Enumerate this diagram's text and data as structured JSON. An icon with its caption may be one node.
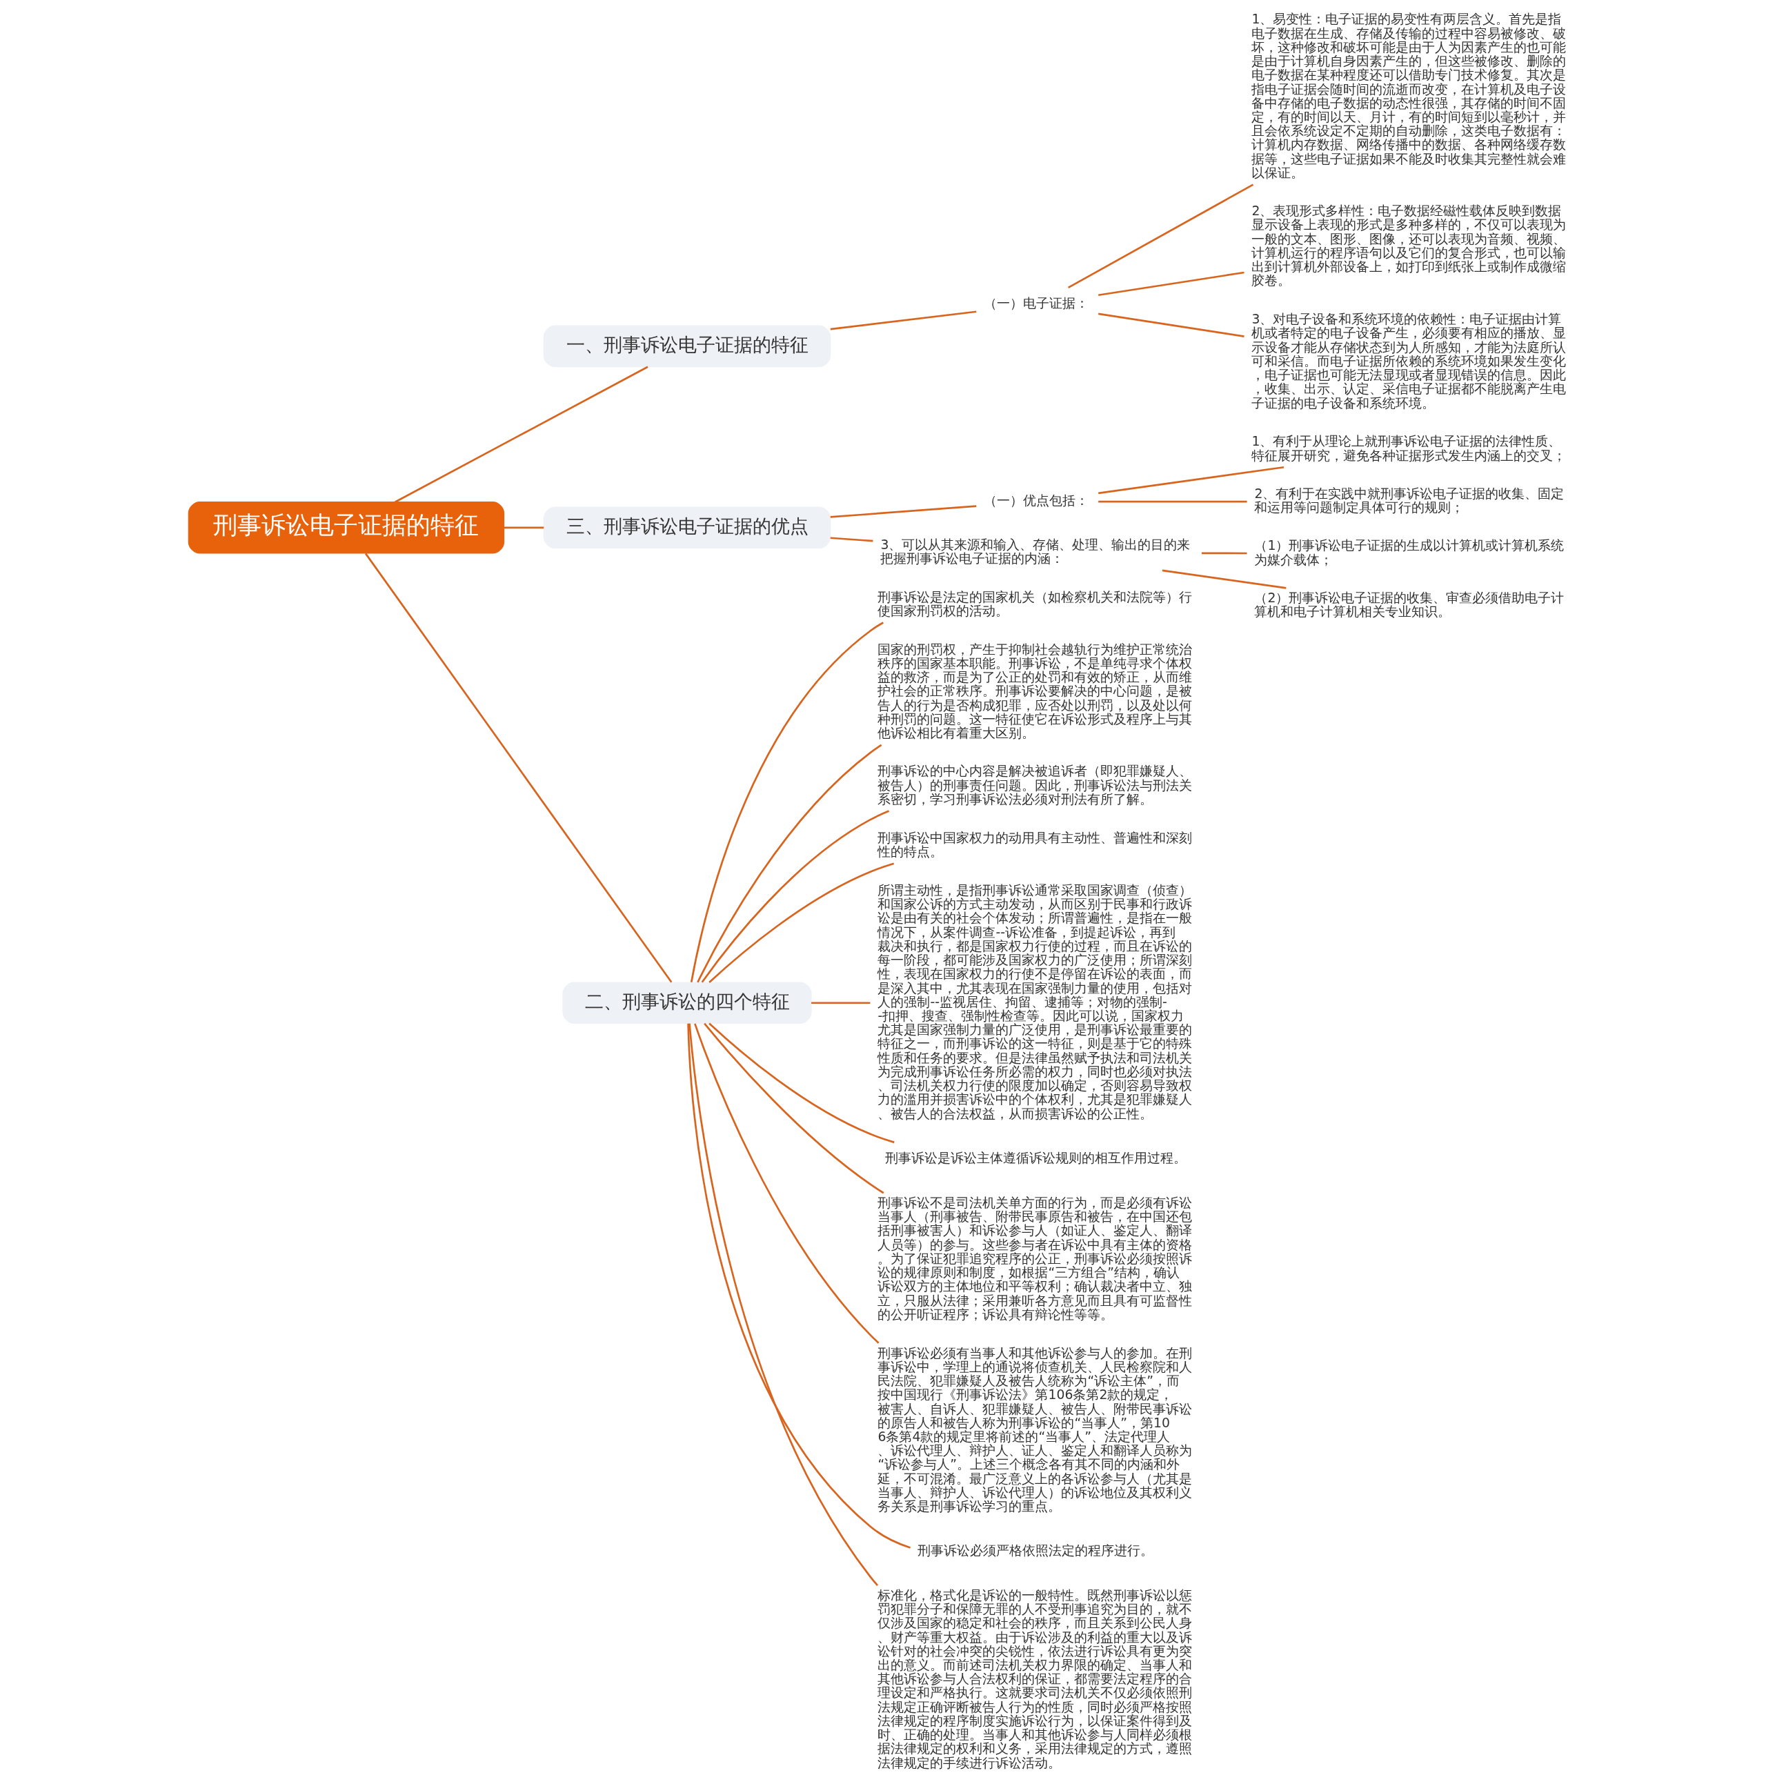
{
  "diagram": {
    "nodes": [
      {
        "text": [
          "刑事诉讼电子证据的特征"
        ]
      },
      {
        "text": [
          "一、刑事诉讼电子证据的特征"
        ]
      },
      {
        "text": [
          "（一）电子证据："
        ]
      },
      {
        "text": [
          "1、易变性：电子证据的易变性有两层含义。首先是指电子数据在生成、存储及传输的过程中容易被修改、破坏，这种修改和破坏可能是由于人为因素产生的也可能是由于计算机自身因素产生的，但这些被修改、删除的电子数据在某种程度还可以借助专门技术修复。其次是指电子证据会随时间的流逝而改变，在计算机及电子设备中存储的电子数据的动态性很强，其存储的时间不固定，有的时间以天、月计，有的时间短到以毫秒计，并且会依系统设定不定期的自动删除，这类电子数据有：计算机内存数据、网络传播中的数据、各种网络缓存数据等，这些电子证据如果不能及时收集其完整性就会难以保证。"
        ]
      },
      {
        "text": [
          "2、表现形式多样性：电子数据经磁性载体反映到数据显示设备上表现的形式是多种多样的，不仅可以表现为一般的文本、图形、图像，还可以表现为音频、视频、计算机运行的程序语句以及它们的复合形式，也可以输出到计算机外部设备上，如打印到纸张上或制作成微缩胶卷。"
        ]
      },
      {
        "text": [
          "3、对电子设备和系统环境的依赖性：电子证据由计算机或者特定的电子设备产生，必须要有相应的播放、显示设备才能从存储状态到为人所感知，才能为法庭所认可和采信。而电子证据所依赖的系统环境如果发生变化，电子证据也可能无法显现或者显现错误的信息。因此，收集、出示、认定、采信电子证据都不能脱离产生电子证据的电子设备和系统环境。"
        ]
      },
      {
        "text": [
          "三、刑事诉讼电子证据的优点"
        ]
      },
      {
        "text": [
          "（一）优点包括："
        ]
      },
      {
        "text": [
          "1、有利于从理论上就刑事诉讼电子证据的法律性质、特征展开研究，避免各种证据形式发生内涵上的交叉；"
        ]
      },
      {
        "text": [
          "2、有利于在实践中就刑事诉讼电子证据的收集、固定和运用等问题制定具体可行的规则；"
        ]
      },
      {
        "text": [
          "3、可以从其来源和输入、存储、处理、输出的目的来把握刑事诉讼电子证据的内涵："
        ]
      },
      {
        "text": [
          "（1）刑事诉讼电子证据的生成以计算机或计算机系统为媒介载体；"
        ]
      },
      {
        "text": [
          "（2）刑事诉讼电子证据的收集、审查必须借助电子计算机和电子计算机相关专业知识。"
        ]
      },
      {
        "text": [
          "二、刑事诉讼的四个特征"
        ]
      },
      {
        "text": [
          "刑事诉讼是法定的国家机关（如检察机关和法院等）行使国家刑罚权的活动。"
        ]
      },
      {
        "text": [
          "国家的刑罚权，产生于抑制社会越轨行为维护正常统治秩序的国家基本职能。刑事诉讼，不是单纯寻求个体权益的救济，而是为了公正的处罚和有效的矫正，从而维护社会的正常秩序。刑事诉讼要解决的中心问题，是被告人的行为是否构成犯罪，应否处以刑罚，以及处以何种刑罚的问题。这一特征使它在诉讼形式及程序上与其他诉讼相比有着重大区别。"
        ]
      },
      {
        "text": [
          "刑事诉讼的中心内容是解决被追诉者（即犯罪嫌疑人、被告人）的刑事责任问题。因此，刑事诉讼法与刑法关系密切，学习刑事诉讼法必须对刑法有所了解。"
        ]
      },
      {
        "text": [
          "刑事诉讼中国家权力的动用具有主动性、普遍性和深刻性的特点。"
        ]
      },
      {
        "text": [
          "所谓主动性，是指刑事诉讼通常采取国家调查（侦查）和国家公诉的方式主动发动，从而区别于民事和行政诉讼是由有关的社会个体发动；所谓普遍性，是指在一般情况下，从案件调查--诉讼准备，到提起诉讼，再到裁决和执行，都是国家权力行使的过程，而且在诉讼的每一阶段，都可能涉及国家权力的广泛使用；所谓深刻性，表现在国家权力的行使不是停留在诉讼的表面，而是深入其中，尤其表现在国家强制力量的使用，包括对人的强制--监视居住、拘留、逮捕等；对物的强制--扣押、搜查、强制性检查等。因此可以说，国家权力尤其是国家强制力量的广泛使用，是刑事诉讼最重要的特征之一，而刑事诉讼的这一特征，则是基于它的特殊性质和任务的要求。但是法律虽然赋予执法和司法机关为完成刑事诉讼任务所必需的权力，同时也必须对执法、司法机关权力行使的限度加以确定，否则容易导致权力的滥用并损害诉讼中的个体权利，尤其是犯罪嫌疑人、被告人的合法权益，从而损害诉讼的公正性。"
        ]
      },
      {
        "text": [
          "刑事诉讼是诉讼主体遵循诉讼规则的相互作用过程。"
        ]
      },
      {
        "text": [
          "刑事诉讼不是司法机关单方面的行为，而是必须有诉讼当事人（刑事被告、附带民事原告和被告，在中国还包括刑事被害人）和诉讼参与人（如证人、鉴定人、翻译人员等）的参与。这些参与者在诉讼中具有主体的资格。为了保证犯罪追究程序的公正，刑事诉讼必须按照诉讼的规律原则和制度，如根据“三方组合”结构，确认诉讼双方的主体地位和平等权利；确认裁决者中立、独立，只服从法律；采用兼听各方意见而且具有可监督性的公开听证程序；诉讼具有辩论性等等。"
        ]
      },
      {
        "text": [
          "刑事诉讼必须有当事人和其他诉讼参与人的参加。在刑事诉讼中，学理上的通说将侦查机关、人民检察院和人民法院、犯罪嫌疑人及被告人统称为“诉讼主体”，而按中国现行《刑事诉讼法》第106条第2款的规定，被害人、自诉人、犯罪嫌疑人、被告人、附带民事诉讼的原告人和被告人称为刑事诉讼的“当事人”，第106条第4款的规定里将前述的“当事人”、法定代理人、诉讼代理人、辩护人、证人、鉴定人和翻译人员称为“诉讼参与人”。上述三个概念各有其不同的内涵和外延，不可混淆。最广泛意义上的各诉讼参与人（尤其是当事人、辩护人、诉讼代理人）的诉讼地位及其权利义务关系是刑事诉讼学习的重点。"
        ]
      },
      {
        "text": [
          "刑事诉讼必须严格依照法定的程序进行。"
        ]
      },
      {
        "text": [
          "标准化，格式化是诉讼的一般特性。既然刑事诉讼以惩罚犯罪分子和保障无罪的人不受刑事追究为目的，就不仅涉及国家的稳定和社会的秩序，而且关系到公民人身、财产等重大权益。由于诉讼涉及的利益的重大以及诉讼针对的社会冲突的尖锐性，依法进行诉讼具有更为突出的意义。而前述司法机关权力界限的确定、当事人和其他诉讼参与人合法权利的保证，都需要法定程序的合理设定和严格执行。这就要求司法机关不仅必须依照刑法规定正确评断被告人行为的性质，同时必须严格按照法律规定的程序制度实施诉讼行为，以保证案件得到及时、正确的处理。当事人和其他诉讼参与人同样必须根据法律规定的权利和义务，采用法律规定的方式，遵照法律规定的手续进行诉讼活动。"
        ]
      }
    ],
    "edges": [
      {
        "from": 0,
        "to": 1,
        "arrow": "none"
      },
      {
        "from": 1,
        "to": 2,
        "arrow": "none"
      },
      {
        "from": 2,
        "to": 3,
        "arrow": "none"
      },
      {
        "from": 2,
        "to": 4,
        "arrow": "none"
      },
      {
        "from": 2,
        "to": 5,
        "arrow": "none"
      },
      {
        "from": 0,
        "to": 6,
        "arrow": "none"
      },
      {
        "from": 6,
        "to": 7,
        "arrow": "none"
      },
      {
        "from": 7,
        "to": 8,
        "arrow": "none"
      },
      {
        "from": 7,
        "to": 9,
        "arrow": "none"
      },
      {
        "from": 6,
        "to": 10,
        "arrow": "none"
      },
      {
        "from": 10,
        "to": 11,
        "arrow": "none"
      },
      {
        "from": 10,
        "to": 12,
        "arrow": "none"
      },
      {
        "from": 0,
        "to": 13,
        "arrow": "none"
      },
      {
        "from": 13,
        "to": 14,
        "arrow": "none"
      },
      {
        "from": 13,
        "to": 15,
        "arrow": "none"
      },
      {
        "from": 13,
        "to": 16,
        "arrow": "none"
      },
      {
        "from": 13,
        "to": 17,
        "arrow": "none"
      },
      {
        "from": 13,
        "to": 18,
        "arrow": "none"
      },
      {
        "from": 13,
        "to": 19,
        "arrow": "none"
      },
      {
        "from": 13,
        "to": 20,
        "arrow": "none"
      },
      {
        "from": 13,
        "to": 21,
        "arrow": "none"
      },
      {
        "from": 13,
        "to": 22,
        "arrow": "none"
      },
      {
        "from": 13,
        "to": 23,
        "arrow": "none"
      }
    ]
  }
}
